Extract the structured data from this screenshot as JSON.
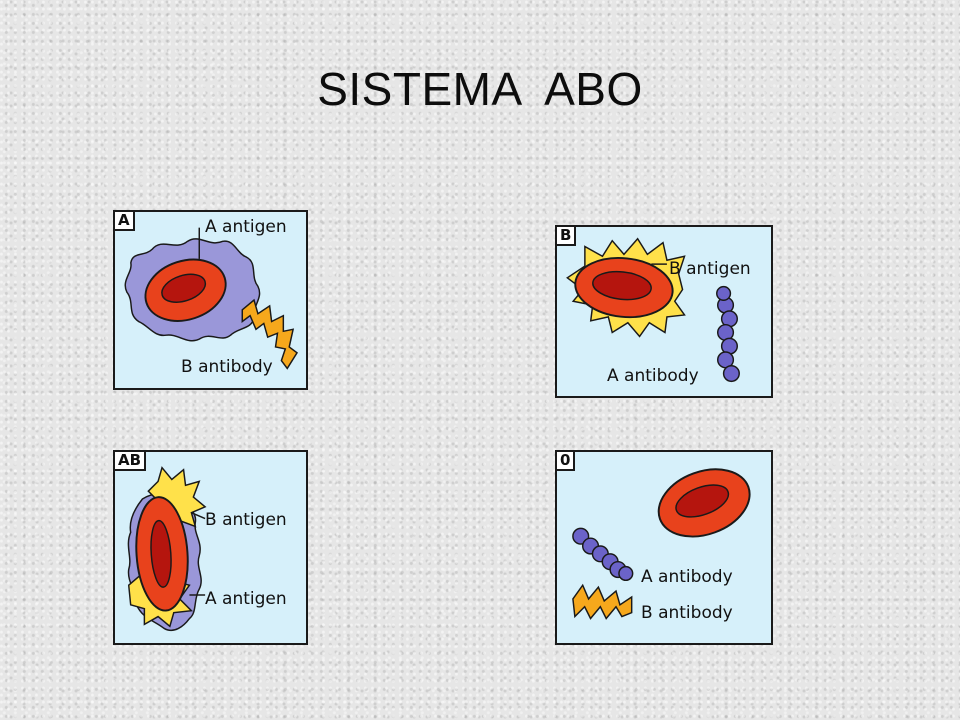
{
  "slide": {
    "title": "SISTEMA  ABO"
  },
  "panels": {
    "a": {
      "tag": "A",
      "labels": [
        "A antigen",
        "B antibody"
      ]
    },
    "b": {
      "tag": "B",
      "labels": [
        "B antigen",
        "A antibody"
      ]
    },
    "ab": {
      "tag": "AB",
      "labels": [
        "B antigen",
        "A antigen"
      ]
    },
    "o": {
      "tag": "0",
      "labels": [
        "A antibody",
        "B antibody"
      ]
    }
  },
  "colors": {
    "panel_background": "#d6f0fa",
    "red_cell": "#e8421c",
    "red_cell_center": "#b5150e",
    "a_antigen": "#9a97d9",
    "b_antigen": "#ffe14a",
    "a_antibody": "#6b63c9",
    "b_antibody": "#f6a81c"
  }
}
